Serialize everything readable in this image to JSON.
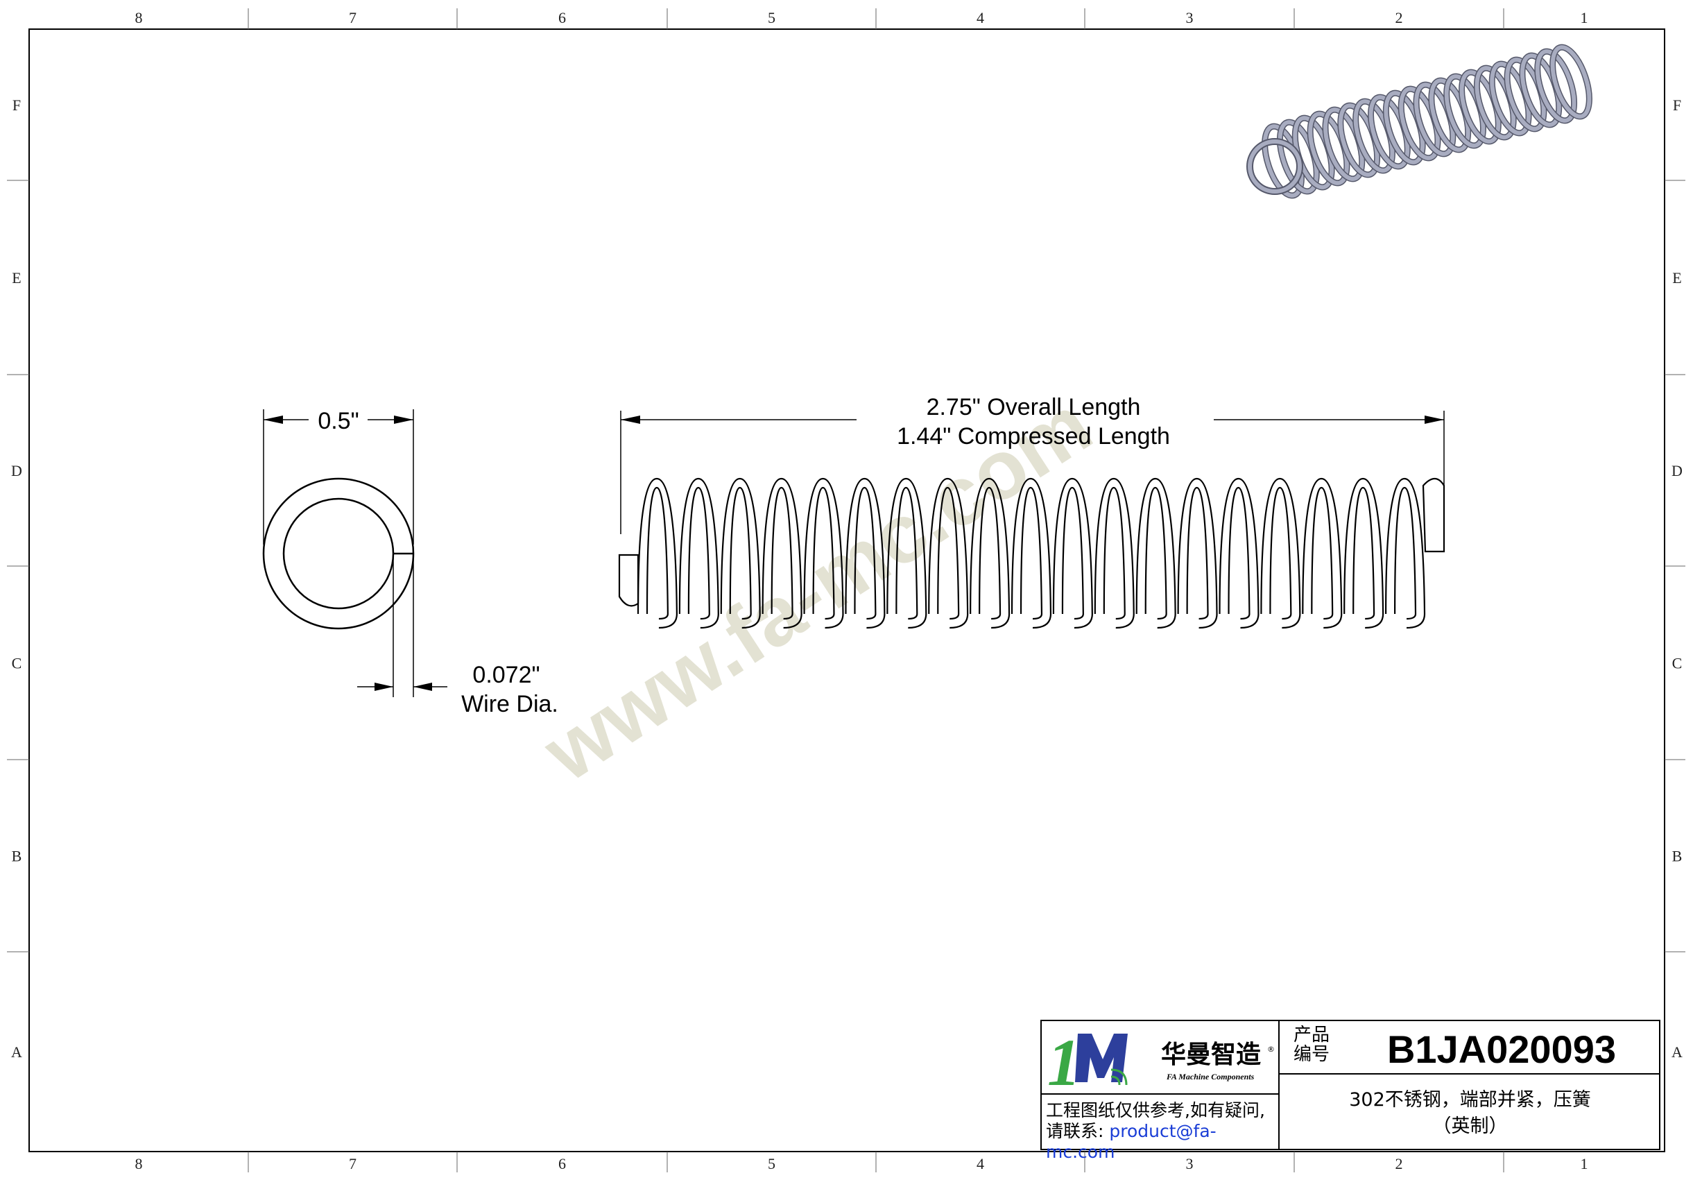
{
  "columns_top": [
    "8",
    "7",
    "6",
    "5",
    "4",
    "3",
    "2",
    "1"
  ],
  "columns_bottom": [
    "8",
    "7",
    "6",
    "5",
    "4",
    "3",
    "2",
    "1"
  ],
  "rows_left": [
    "F",
    "E",
    "D",
    "C",
    "B",
    "A"
  ],
  "rows_right": [
    "F",
    "E",
    "D",
    "C",
    "B",
    "A"
  ],
  "dimensions": {
    "outer_diameter": "0.5\"",
    "wire_diameter_value": "0.072\"",
    "wire_diameter_label": "Wire Dia.",
    "overall_length": "2.75\" Overall Length",
    "compressed_length": "1.44\" Compressed Length"
  },
  "watermark": "www.fa-mc.com",
  "colors": {
    "line": "#000000",
    "watermark": "#e3e2d3",
    "logo_green": "#3aa845",
    "logo_blue": "#2d3f9c",
    "iso_spring": "#a8acc0"
  },
  "title_block": {
    "logo_cn": "华曼智造",
    "logo_en": "FA Machine Components",
    "logo_mark": "1M",
    "note_line1": "工程图纸仅供参考,如有疑问,",
    "note_prefix": "请联系:",
    "note_email": "product@fa-mc.com",
    "part_number_label": "产品编号",
    "part_number": "B1JA020093",
    "description_line1": "302不锈钢，端部并紧，压簧",
    "description_line2": "（英制）"
  }
}
